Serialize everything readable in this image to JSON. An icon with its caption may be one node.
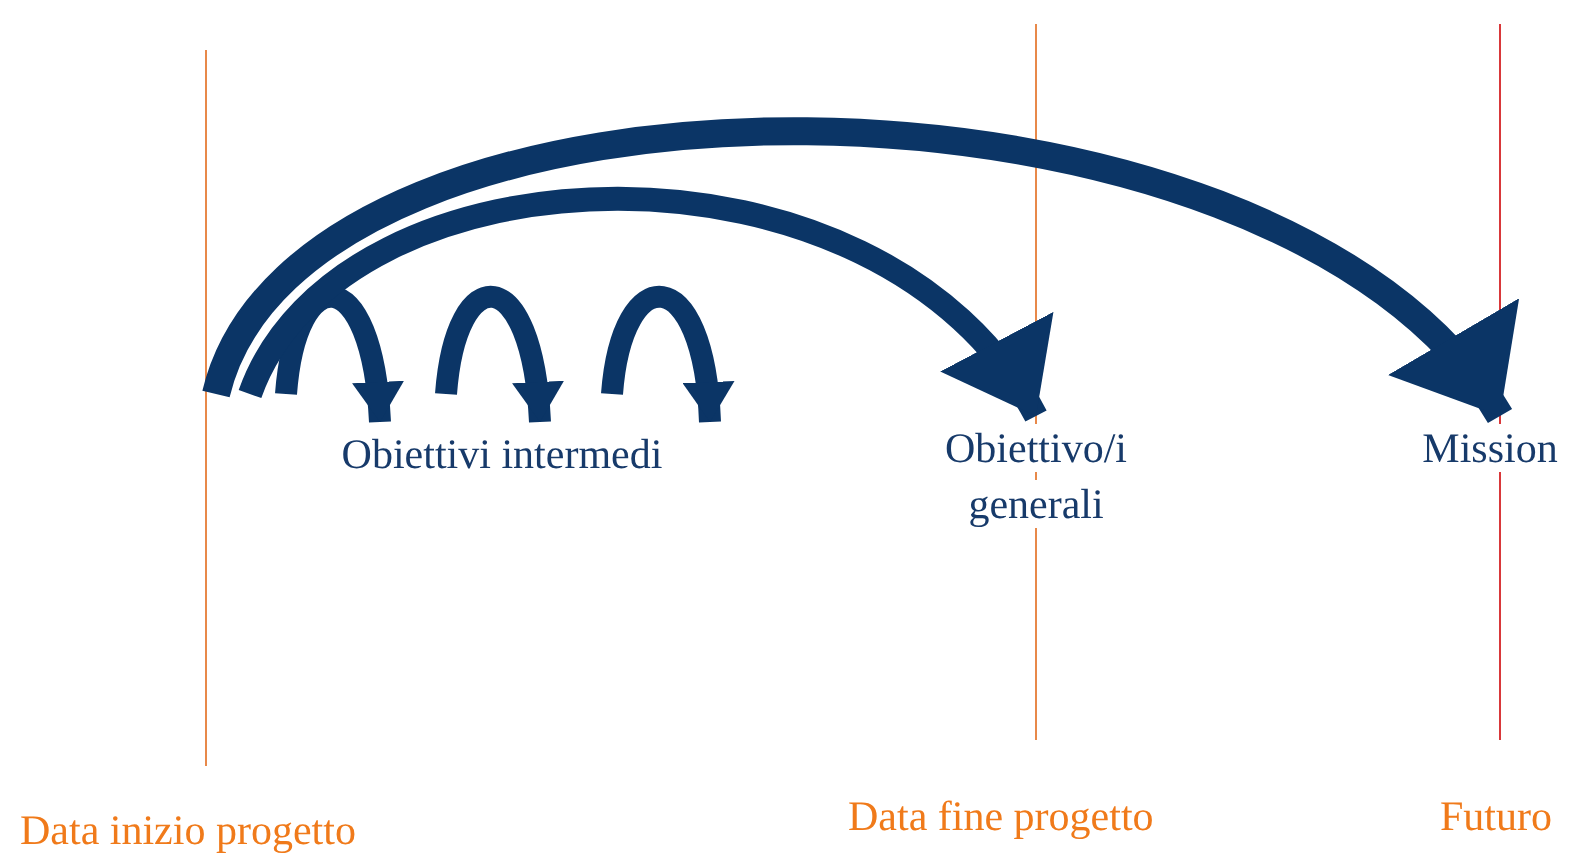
{
  "diagram": {
    "nodes": [
      {
        "text": [
          "Obiettivi intermedi"
        ]
      },
      {
        "text": [
          "Obiettivo/i generali"
        ]
      },
      {
        "text": [
          "Mission"
        ]
      }
    ],
    "edges": [
      {
        "from": null,
        "to": 0,
        "arrow": "to"
      },
      {
        "from": null,
        "to": 0,
        "arrow": "to"
      },
      {
        "from": null,
        "to": 0,
        "arrow": "to"
      },
      {
        "from": null,
        "to": 1,
        "arrow": "to"
      },
      {
        "from": null,
        "to": 2,
        "arrow": "to"
      }
    ],
    "labels": [
      "Data inizio progetto",
      "Data fine progetto",
      "Futuro"
    ]
  }
}
